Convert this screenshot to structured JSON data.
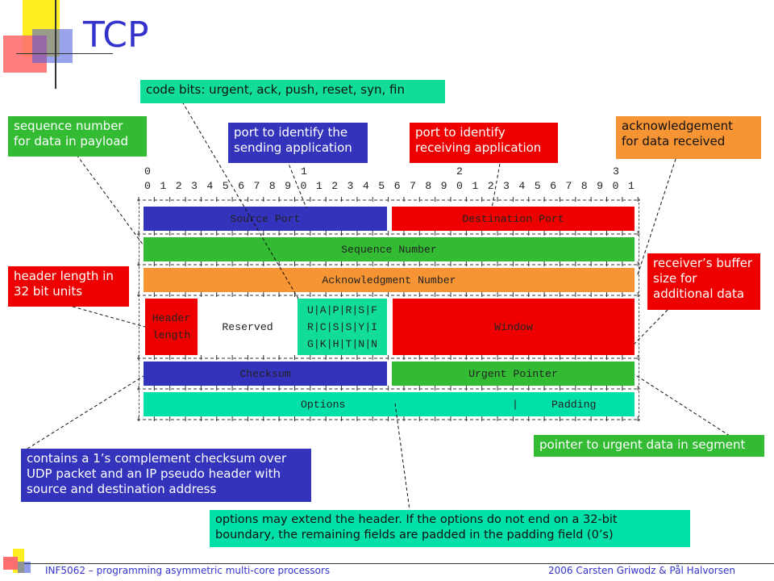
{
  "title": "TCP",
  "bit_numbers": {
    "tens_row": [
      "0",
      "1",
      "2",
      "3"
    ],
    "units_row": [
      "0",
      "1",
      "2",
      "3",
      "4",
      "5",
      "6",
      "7",
      "8",
      "9",
      "0",
      "1",
      "2",
      "3",
      "4",
      "5",
      "6",
      "7",
      "8",
      "9",
      "0",
      "1",
      "2",
      "3",
      "4",
      "5",
      "6",
      "7",
      "8",
      "9",
      "0",
      "1"
    ]
  },
  "fields": {
    "source_port": "Source Port",
    "destination_port": "Destination Port",
    "sequence_number": "Sequence Number",
    "acknowledgment_number": "Acknowledgment Number",
    "header_length": [
      "Header",
      "length"
    ],
    "reserved": "Reserved",
    "code_bits": [
      "U|A|P|R|S|F",
      "R|C|S|S|Y|I",
      "G|K|H|T|N|N"
    ],
    "window": "Window",
    "checksum": "Checksum",
    "urgent_pointer": "Urgent Pointer",
    "options": "Options",
    "padding": "Padding"
  },
  "notes": {
    "code_bits": "code bits: urgent, ack, push, reset, syn, fin",
    "sequence_number": [
      "sequence number",
      "for data in payload"
    ],
    "source_port": [
      "port to identify the",
      "sending application"
    ],
    "destination_port": [
      "port to identify",
      "receiving application"
    ],
    "acknowledgement": [
      "acknowledgement",
      "for data received"
    ],
    "header_length": [
      "header length in",
      "32 bit units"
    ],
    "window": [
      "receiver’s buffer",
      "size for",
      "additional data"
    ],
    "urgent_pointer": "pointer to urgent data in segment",
    "checksum": [
      "contains a 1’s complement checksum over",
      "UDP packet and an IP pseudo header with",
      "source and destination address"
    ],
    "options": [
      "options may extend the header. If the options do not end on a 32-bit",
      "boundary, the remaining fields are padded in the padding field (0’s)"
    ]
  },
  "colors": {
    "blue": "#3333bb",
    "red": "#ee0000",
    "green": "#33bb33",
    "orange": "#f79433",
    "teal": "#11dd99",
    "cyan": "#00e0a8",
    "title": "#3333cc",
    "deco_yellow": "#ffee22",
    "deco_pink": "#ff6666",
    "deco_blue": "#3344cc"
  },
  "footer": {
    "left": "INF5062 – programming asymmetric multi-core processors",
    "right": "2006 Carsten Griwodz & Pål Halvorsen"
  }
}
